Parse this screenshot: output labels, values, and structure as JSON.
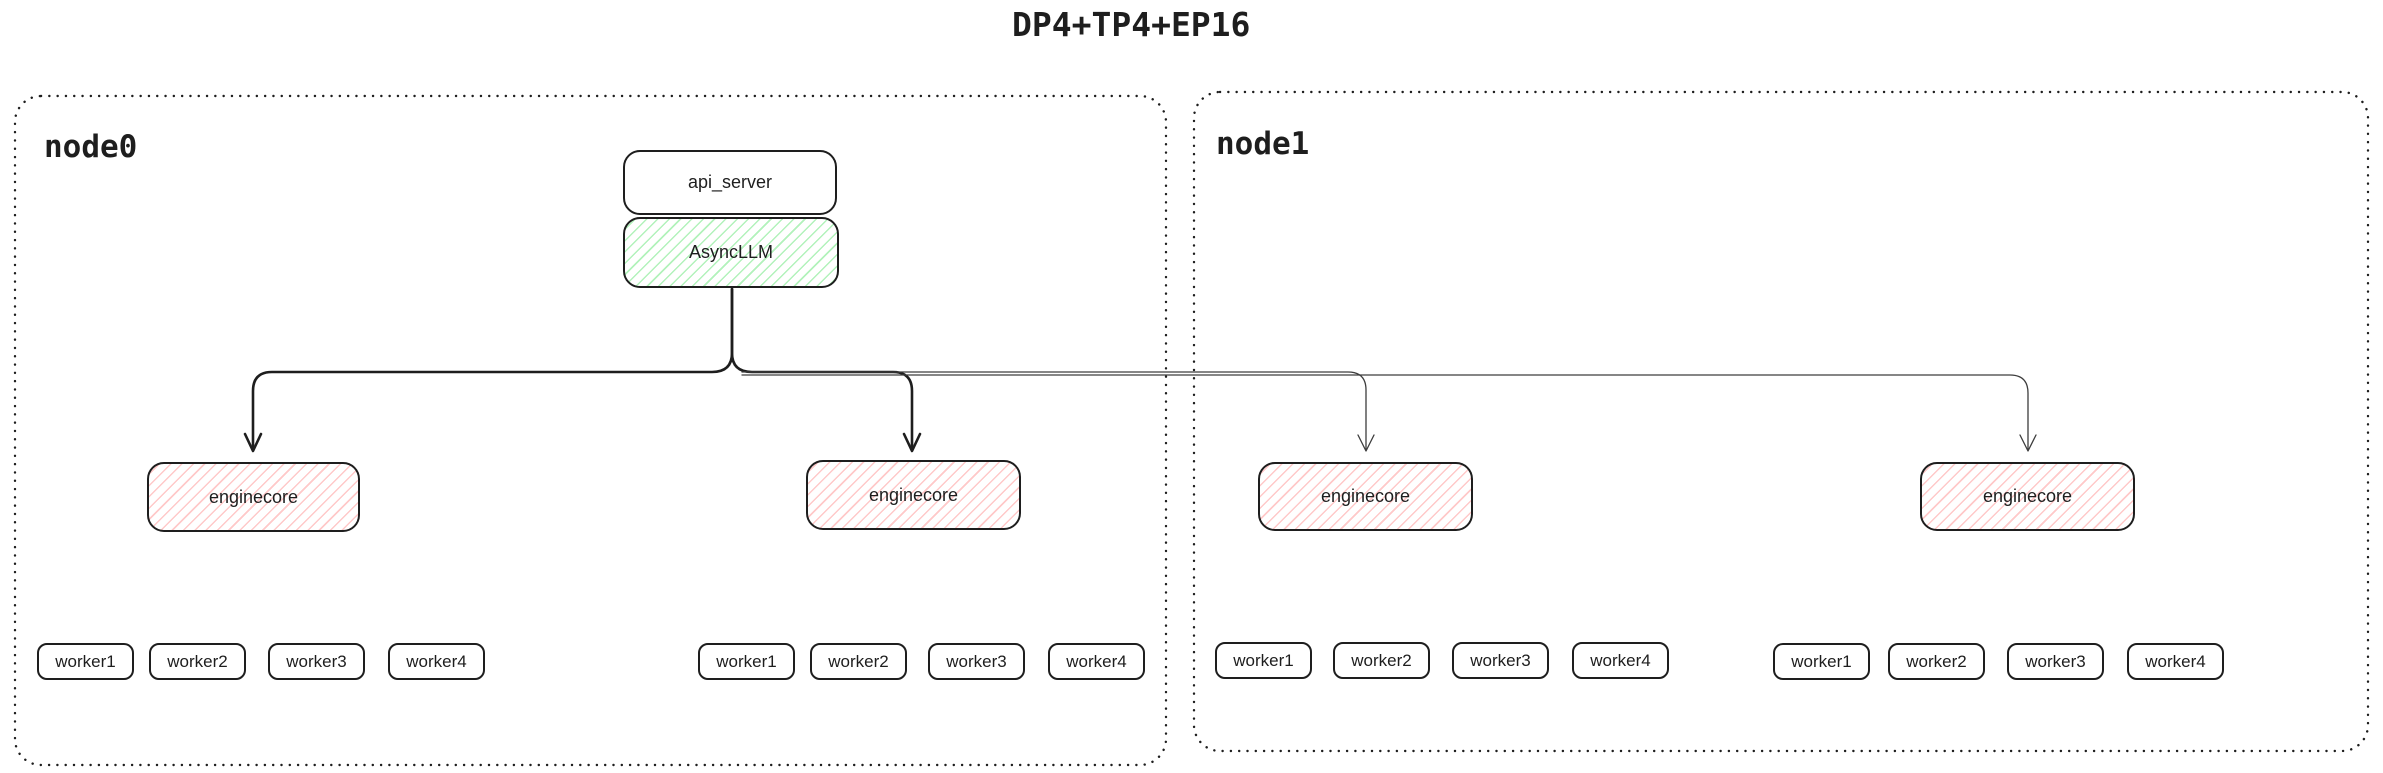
{
  "title": "DP4+TP4+EP16",
  "colors": {
    "ink": "#1e1e1e",
    "background": "#ffffff",
    "green_hatch": "#b2f2bb",
    "pink_hatch": "#ffc9c9",
    "thin_line": "#3d3d3d"
  },
  "api_server": {
    "label": "api_server"
  },
  "async_llm": {
    "label": "AsyncLLM"
  },
  "nodes": [
    {
      "label": "node0",
      "enginecores": [
        {
          "label": "enginecore",
          "workers": [
            "worker1",
            "worker2",
            "worker3",
            "worker4"
          ]
        },
        {
          "label": "enginecore",
          "workers": [
            "worker1",
            "worker2",
            "worker3",
            "worker4"
          ]
        }
      ]
    },
    {
      "label": "node1",
      "enginecores": [
        {
          "label": "enginecore",
          "workers": [
            "worker1",
            "worker2",
            "worker3",
            "worker4"
          ]
        },
        {
          "label": "enginecore",
          "workers": [
            "worker1",
            "worker2",
            "worker3",
            "worker4"
          ]
        }
      ]
    }
  ]
}
